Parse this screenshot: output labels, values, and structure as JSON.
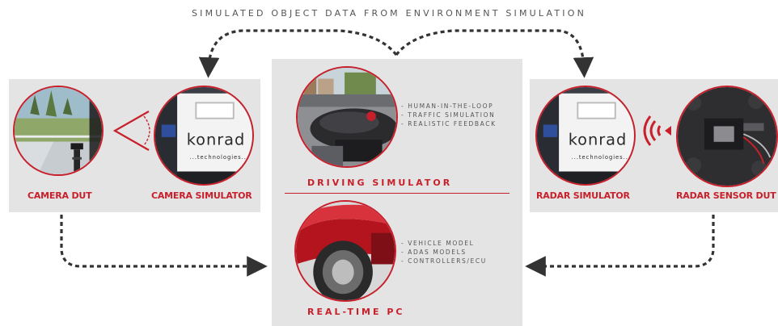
{
  "header": {
    "title": "SIMULATED OBJECT DATA FROM ENVIRONMENT SIMULATION"
  },
  "left_panel": {
    "camera_dut_label": "CAMERA DUT",
    "camera_simulator_label": "CAMERA SIMULATOR",
    "brand_text": "konrad",
    "brand_sub": "technologies"
  },
  "center_panel": {
    "driving_simulator": {
      "label": "DRIVING SIMULATOR",
      "bullets": [
        "- HUMAN-IN-THE-LOOP",
        "- TRAFFIC SIMULATION",
        "- REALISTIC FEEDBACK"
      ]
    },
    "realtime_pc": {
      "label": "REAL-TIME PC",
      "bullets": [
        "- VEHICLE MODEL",
        "- ADAS MODELS",
        "- CONTROLLERS/ECU"
      ]
    }
  },
  "right_panel": {
    "radar_simulator_label": "RADAR SIMULATOR",
    "radar_sensor_label": "RADAR SENSOR DUT",
    "brand_text": "konrad",
    "brand_sub": "technologies"
  },
  "colors": {
    "accent": "#c8202b",
    "panel_bg": "#e4e4e4",
    "text_gray": "#555555",
    "arrow": "#333333"
  },
  "icons": [
    "radar-wave-icon",
    "camera-fov-icon",
    "dashed-arrow-icon"
  ]
}
